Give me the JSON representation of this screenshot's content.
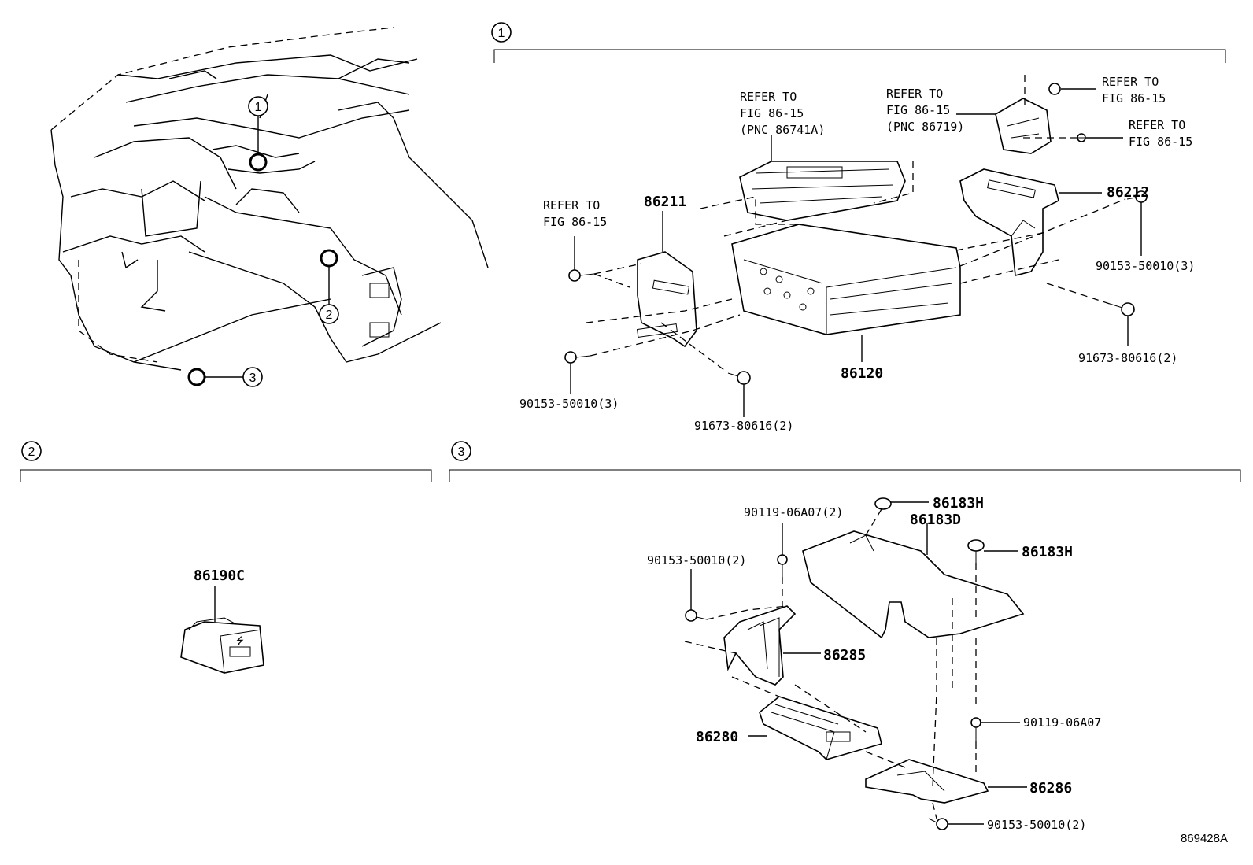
{
  "sections": [
    {
      "num": "1"
    },
    {
      "num": "2"
    },
    {
      "num": "3"
    }
  ],
  "overview": {
    "callouts": [
      "1",
      "2",
      "3"
    ]
  },
  "section1": {
    "refer_a": [
      "REFER TO",
      "FIG 86-15",
      "(PNC 86741A)"
    ],
    "refer_b": [
      "REFER TO",
      "FIG 86-15",
      "(PNC 86719)"
    ],
    "refer_c": [
      "REFER TO",
      "FIG 86-15"
    ],
    "refer_d": [
      "REFER TO",
      "FIG 86-15"
    ],
    "refer_e": [
      "REFER TO",
      "FIG 86-15"
    ],
    "part_86211": "86211",
    "part_86212": "86212",
    "part_86120": "86120",
    "bolt_left_a": "90153-50010(3)",
    "bolt_left_b": "91673-80616(2)",
    "bolt_right_a": "90153-50010(3)",
    "bolt_right_b": "91673-80616(2)"
  },
  "section2": {
    "part_86190C": "86190C"
  },
  "section3": {
    "p_90119_top": "90119-06A07(2)",
    "p_90153_top": "90153-50010(2)",
    "p_86183H_a": "86183H",
    "p_86183D": "86183D",
    "p_86183H_b": "86183H",
    "p_86285": "86285",
    "p_86280": "86280",
    "p_90119_b": "90119-06A07",
    "p_86286": "86286",
    "p_90153_b": "90153-50010(2)"
  },
  "figure_id": "869428A"
}
